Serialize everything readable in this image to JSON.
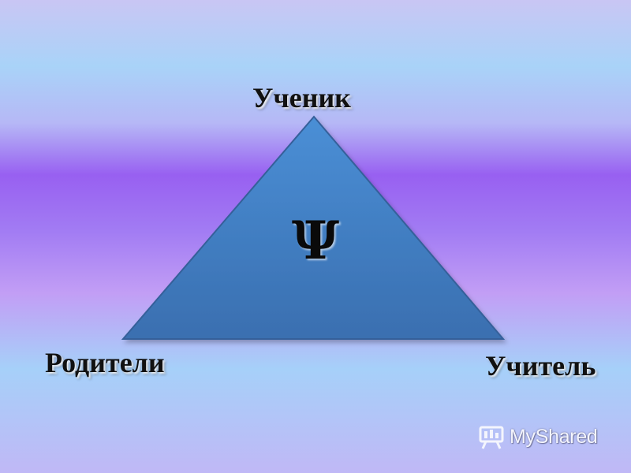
{
  "diagram": {
    "apex_label": "Ученик",
    "left_label": "Родители",
    "right_label": "Учитель",
    "center_symbol": "Ψ"
  },
  "colors": {
    "triangle_fill": "#3f7cc0",
    "triangle_stroke": "#35609a"
  },
  "watermark": {
    "text": "MyShared",
    "icon": "presentation-board-icon"
  }
}
